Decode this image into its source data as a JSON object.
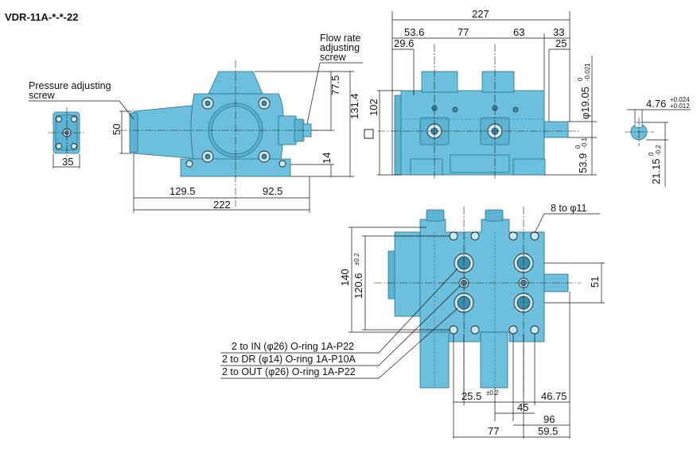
{
  "title": "VDR-11A-*-*-22",
  "callouts": {
    "flow_rate": [
      "Flow rate",
      "adjusting",
      "screw"
    ],
    "pressure": [
      "Pressure adjusting",
      "screw"
    ],
    "holes": "8 to φ11",
    "ports": {
      "in": "2 to IN (φ26) O-ring 1A-P22",
      "dr": "2 to DR (φ14) O-ring 1A-P10A",
      "out": "2 to OUT (φ26) O-ring 1A-P22"
    }
  },
  "dimensions": {
    "left_50": "50",
    "left_35": "35",
    "front_129_5": "129.5",
    "front_92_5": "92.5",
    "front_222": "222",
    "front_77_5": "77.5",
    "front_131_4": "131.4",
    "front_14": "14",
    "side_227": "227",
    "side_53_6": "53.6",
    "side_77": "77",
    "side_63": "63",
    "side_33": "33",
    "side_29_6": "29.6",
    "side_25": "25",
    "side_sq102": "102",
    "side_19_05": "φ19.05",
    "side_19_05_tol_hi": "0",
    "side_19_05_tol_lo": "-0.021",
    "side_53_9": "53.9",
    "side_53_9_tol_hi": "0",
    "side_53_9_tol_lo": "-0.1",
    "key_4_76": "4.76",
    "key_4_76_tol_hi": "+0.024",
    "key_4_76_tol_lo": "+0.012",
    "key_21_15": "21.15",
    "key_21_15_tol_hi": "0",
    "key_21_15_tol_lo": "-0.2",
    "bottom_140": "140",
    "bottom_120_6": "120.6",
    "bottom_120_6_tol": "±0.2",
    "bottom_51": "51",
    "bottom_25_5": "25.5",
    "bottom_25_5_tol": "±0.2",
    "bottom_46_75": "46.75",
    "bottom_45": "45",
    "bottom_96": "96",
    "bottom_77": "77",
    "bottom_59_5": "59.5"
  },
  "colors": {
    "body": "#6cc0dd",
    "outline": "#2a6f88",
    "ink": "#111111"
  }
}
